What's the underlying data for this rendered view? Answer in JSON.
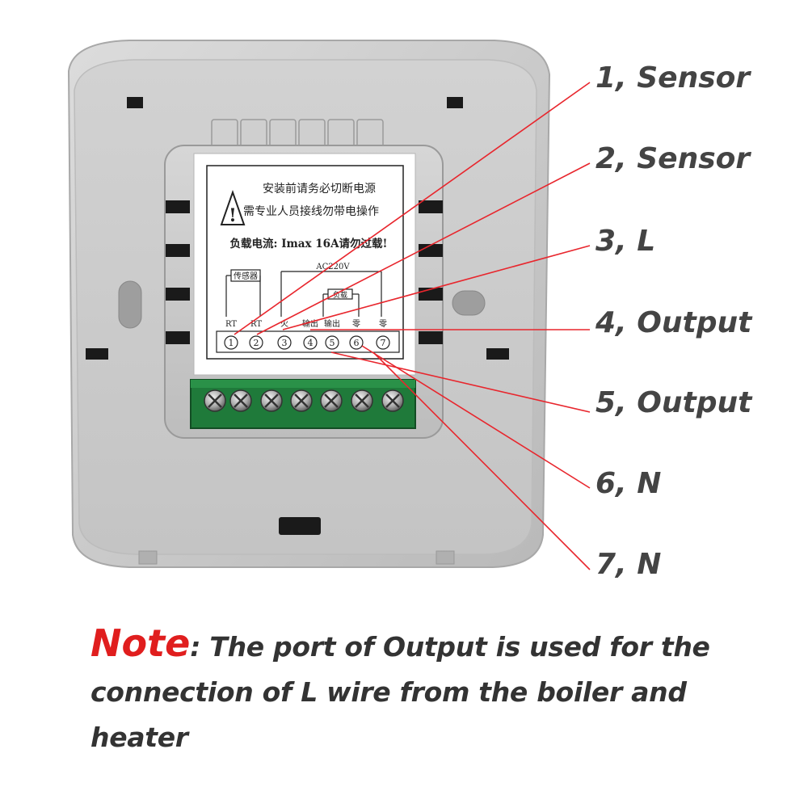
{
  "callouts": [
    {
      "id": 1,
      "label": "1, Sensor"
    },
    {
      "id": 2,
      "label": "2, Sensor"
    },
    {
      "id": 3,
      "label": "3, L"
    },
    {
      "id": 4,
      "label": "4, Output"
    },
    {
      "id": 5,
      "label": "5, Output"
    },
    {
      "id": 6,
      "label": "6, N"
    },
    {
      "id": 7,
      "label": "7, N"
    }
  ],
  "sticker": {
    "warning_line1": "安装前请务必切断电源",
    "warning_line2": "需专业人员接线勿带电操作",
    "load_current": "负载电流: Imax 16A请勿过载!",
    "sensor_box": "传感器",
    "voltage": "AC220V",
    "load_box": "负载",
    "terminal_labels": [
      "RT",
      "RT",
      "火",
      "输出",
      "输出",
      "零",
      "零"
    ],
    "terminal_numbers": [
      "1",
      "2",
      "3",
      "4",
      "5",
      "6",
      "7"
    ]
  },
  "note": {
    "word": "Note",
    "line1": ": The port of Output is used for the",
    "line2": "connection of L wire from the boiler and",
    "line3": "heater"
  },
  "colors": {
    "leader_line": "#e8262d",
    "note_word": "#e01e1e",
    "callout_text": "#444444",
    "housing": "#c8c8c8",
    "terminal_block": "#1f7a3a"
  }
}
